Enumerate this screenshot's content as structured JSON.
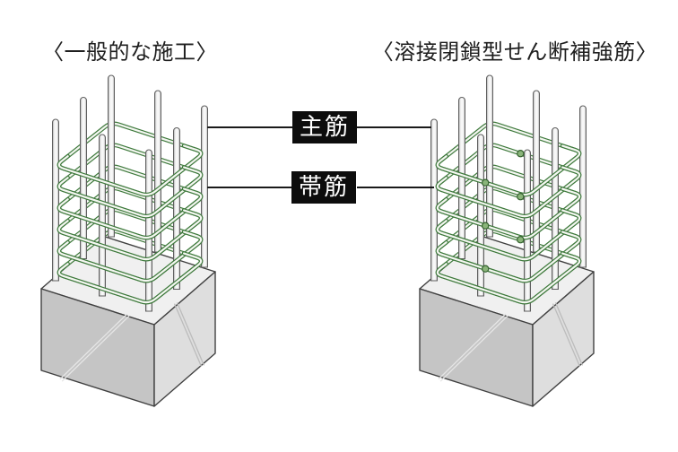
{
  "page": {
    "background": "#ffffff"
  },
  "diagram": {
    "left_panel": {
      "title": "〈一般的な施工〉"
    },
    "right_panel": {
      "title": "〈溶接閉鎖型せん断補強筋〉",
      "weld_dots": true
    },
    "callouts": {
      "main_reinforcement": "主筋",
      "hoop_reinforcement": "帯筋"
    },
    "colors": {
      "title_text": "#1f1f1f",
      "callout_box_bg": "#0d0d0d",
      "callout_text": "#ffffff",
      "connector_line": "#1a1a1a",
      "hoop_green": "#3f7a3d",
      "hoop_inner": "#f4f7f1",
      "bar_light": "#f2f2f2",
      "bar_dark": "#a9a9a9",
      "bar_outline": "#5f5f5f",
      "weld_dot_fill": "#8ab57a",
      "weld_dot_outline": "#35622f",
      "base_top": "#f0f0f0",
      "base_left": "#c5c5c5",
      "base_right": "#dedede",
      "base_outline": "#404040",
      "base_seam_on_left_face": "#e6e6e6",
      "base_seam_on_right_face": "#bcbcbc"
    }
  }
}
